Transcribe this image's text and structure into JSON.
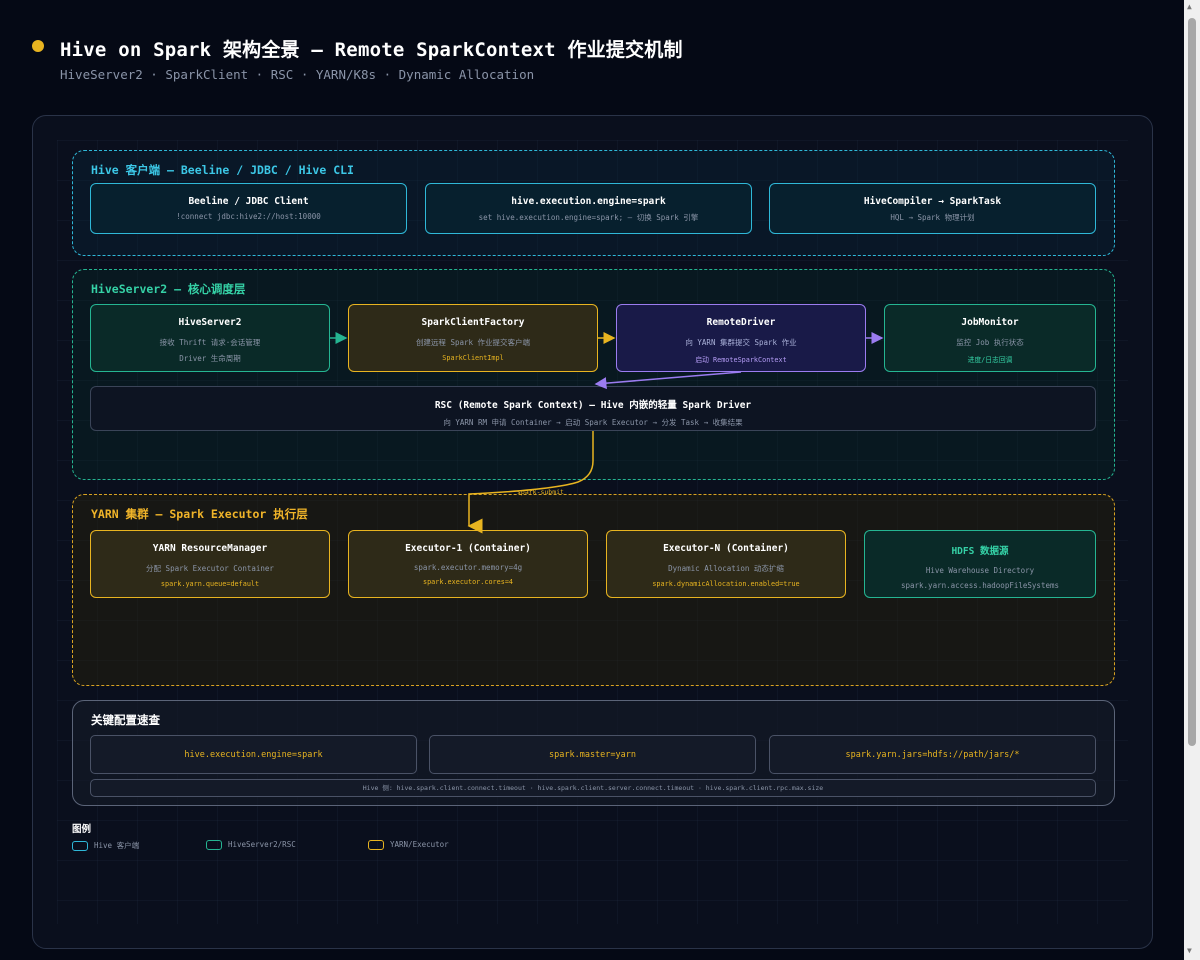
{
  "header": {
    "title": "Hive on Spark 架构全景 — Remote SparkContext 作业提交机制",
    "subtitle": "HiveServer2 · SparkClient · RSC · YARN/K8s · Dynamic Allocation",
    "dot_color": "#e8b420"
  },
  "layers": {
    "client": {
      "title": "Hive 客户端 — Beeline / JDBC / Hive CLI",
      "boxes": [
        {
          "title": "Beeline / JDBC Client",
          "sub": "!connect jdbc:hive2://host:10000"
        },
        {
          "title": "hive.execution.engine=spark",
          "sub": "set hive.execution.engine=spark; — 切换 Spark 引擎"
        },
        {
          "title": "HiveCompiler → SparkTask",
          "sub": "HQL → Spark 物理计划"
        }
      ]
    },
    "hs2": {
      "title": "HiveServer2 — 核心调度层",
      "boxes": [
        {
          "title": "HiveServer2",
          "sub": "接收 Thrift 请求·会话管理",
          "sub2": "Driver 生命周期"
        },
        {
          "title": "SparkClientFactory",
          "sub": "创建远程 Spark 作业提交客户端",
          "accent": "SparkClientImpl"
        },
        {
          "title": "RemoteDriver",
          "sub": "向 YARN 集群提交 Spark 作业",
          "accent": "启动 RemoteSparkContext"
        },
        {
          "title": "JobMonitor",
          "sub": "监控 Job 执行状态",
          "accent": "进度/日志回调"
        }
      ],
      "rsc": {
        "title": "RSC (Remote Spark Context) — Hive 内嵌的轻量 Spark Driver",
        "sub": "向 YARN RM 申请 Container → 启动 Spark Executor → 分发 Task → 收集结果"
      }
    },
    "yarn": {
      "title": "YARN 集群 — Spark Executor 执行层",
      "boxes": [
        {
          "title": "YARN ResourceManager",
          "sub": "分配 Spark Executor Container",
          "accent": "spark.yarn.queue=default"
        },
        {
          "title": "Executor-1 (Container)",
          "sub": "spark.executor.memory=4g",
          "accent": "spark.executor.cores=4"
        },
        {
          "title": "Executor-N (Container)",
          "sub": "Dynamic Allocation 动态扩缩",
          "accent": "spark.dynamicAllocation.enabled=true"
        },
        {
          "title": "HDFS 数据源",
          "sub": "Hive Warehouse Directory",
          "sub2": "spark.yarn.access.hadoopFileSystems"
        }
      ]
    },
    "config": {
      "title": "关键配置速查",
      "items": [
        "hive.execution.engine=spark",
        "spark.master=yarn",
        "spark.yarn.jars=hdfs://path/jars/*"
      ],
      "note": "Hive 侧: hive.spark.client.connect.timeout · hive.spark.client.server.connect.timeout · hive.spark.client.rpc.max.size"
    }
  },
  "edges": {
    "submit_label": "spark-submit"
  },
  "legend": {
    "title": "图例",
    "items": [
      {
        "label": "Hive 客户端",
        "color": "#2fb8d8"
      },
      {
        "label": "HiveServer2/RSC",
        "color": "#25b592"
      },
      {
        "label": "YARN/Executor",
        "color": "#e8b420"
      }
    ]
  },
  "colors": {
    "client": "#2fb8d8",
    "hs2": "#25b592",
    "yarn": "#e8b420",
    "driver": "#9b7cf0"
  }
}
